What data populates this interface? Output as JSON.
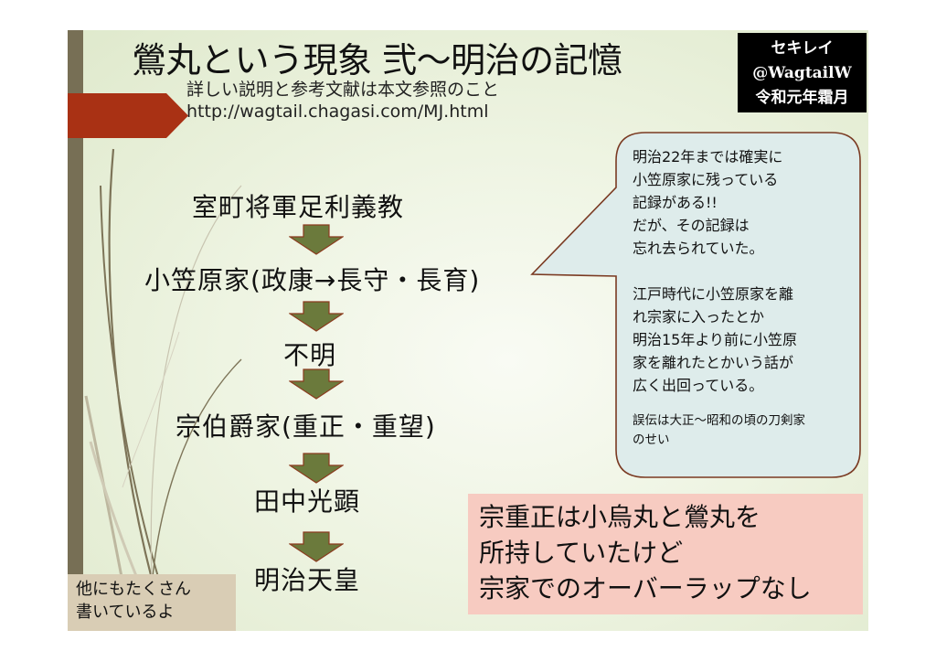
{
  "slide": {
    "title": "鶯丸という現象 弐～明治の記憶",
    "subtitle": "詳しい説明と参考文献は本文参照のこと",
    "url": "http://wagtail.chagasi.com/MJ.html",
    "author": {
      "name": "セキレイ",
      "handle": "@WagtailW",
      "date": "令和元年霜月"
    },
    "colors": {
      "ribbon": "#a93114",
      "left_bar": "#776f55",
      "arrow_fill": "#6b7a3c",
      "arrow_stroke": "#8a3b1e",
      "bubble_fill": "#deeceb",
      "bubble_stroke": "#7a3a22",
      "pink_box": "#f7cbc1",
      "note_box": "#d9cdb5"
    },
    "flow": [
      "室町将軍足利義教",
      "小笠原家(政康→長守・長育)",
      "不明",
      "宗伯爵家(重正・重望)",
      "田中光顕",
      "明治天皇"
    ],
    "callout": {
      "paragraph1": [
        "明治22年までは確実に",
        "小笠原家に残っている",
        "記録がある!!",
        "だが、その記録は",
        "忘れ去られていた。"
      ],
      "paragraph2": [
        "江戸時代に小笠原家を離",
        "れ宗家に入ったとか",
        "明治15年より前に小笠原",
        "家を離れたとかいう話が",
        "広く出回っている。"
      ],
      "note": [
        "誤伝は大正～昭和の頃の刀剣家",
        "のせい"
      ]
    },
    "highlight": [
      "宗重正は小烏丸と鶯丸を",
      "所持していたけど",
      "宗家でのオーバーラップなし"
    ],
    "footer_note": [
      "他にもたくさん",
      "書いているよ"
    ],
    "icons": {
      "ribbon": "arrow-ribbon",
      "flow_arrow": "down-arrow"
    }
  }
}
